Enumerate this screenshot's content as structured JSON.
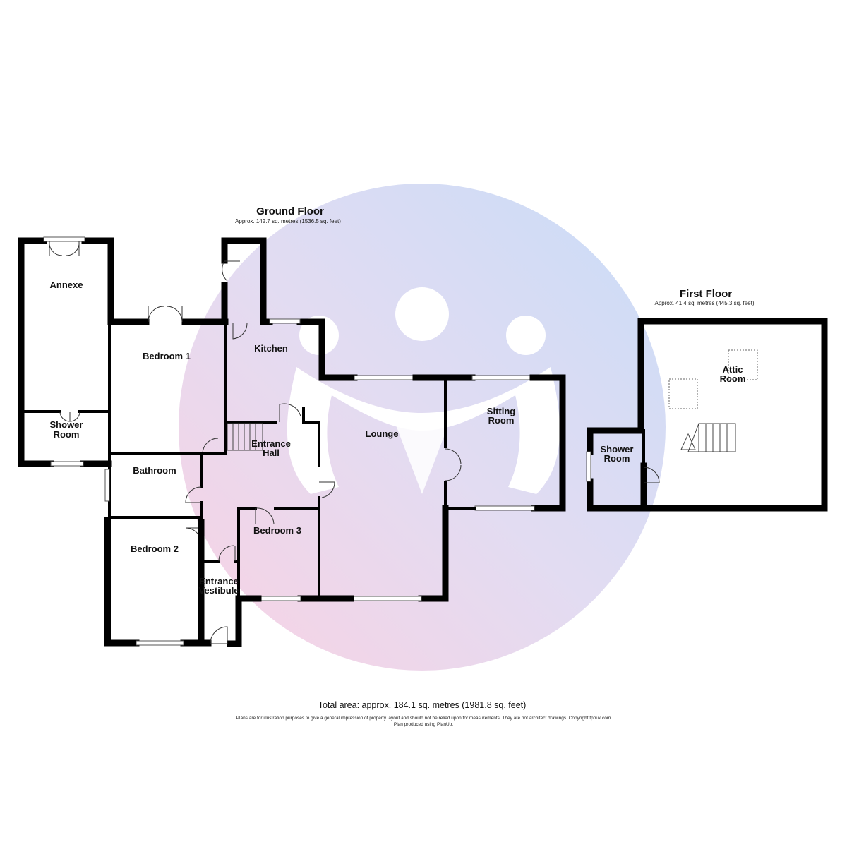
{
  "ground_floor": {
    "title": "Ground Floor",
    "area": "Approx. 142.7 sq. metres (1536.5 sq. feet)",
    "rooms": {
      "annexe": "Annexe",
      "annexe_shower_1": "Shower",
      "annexe_shower_2": "Room",
      "bedroom1": "Bedroom 1",
      "kitchen": "Kitchen",
      "entrance_hall_1": "Entrance",
      "entrance_hall_2": "Hall",
      "lounge": "Lounge",
      "sitting_1": "Sitting",
      "sitting_2": "Room",
      "bathroom": "Bathroom",
      "bedroom2": "Bedroom 2",
      "bedroom3": "Bedroom 3",
      "vestibule_1": "Entrance",
      "vestibule_2": "Vestibule"
    }
  },
  "first_floor": {
    "title": "First Floor",
    "area": "Approx. 41.4 sq. metres (445.3 sq. feet)",
    "rooms": {
      "attic_1": "Attic",
      "attic_2": "Room",
      "shower_1": "Shower",
      "shower_2": "Room"
    }
  },
  "footer": {
    "total": "Total area: approx. 184.1 sq. metres (1981.8 sq. feet)",
    "disclaimer": "Plans are for illustration purposes to give a general impression of property layout and should not be relied upon for measurements. They are not architect drawings.  Copyright tppuk.com",
    "produced": "Plan produced using PlanUp."
  },
  "colors": {
    "watermark_blue": "#c9dcf7",
    "watermark_pink": "#f9d2e3",
    "wall": "#000000"
  },
  "icons": {
    "watermark": "agent-logo-watermark"
  }
}
